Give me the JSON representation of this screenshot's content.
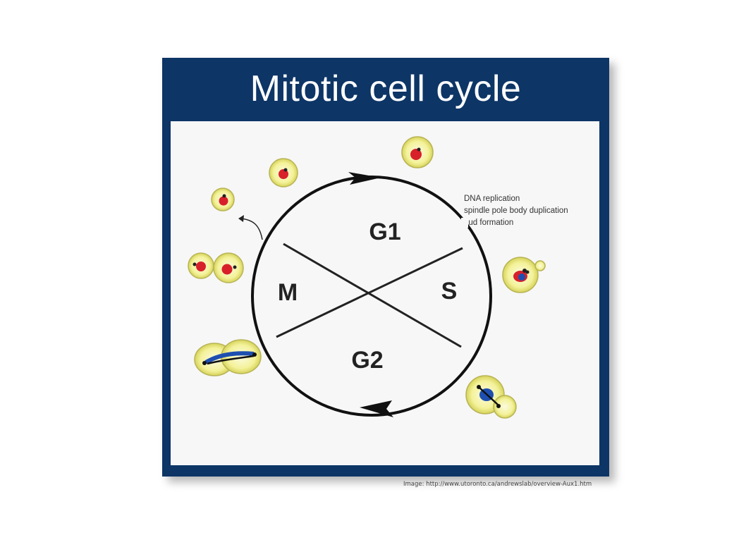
{
  "title": "Mitotic cell cycle",
  "phases": {
    "g1": "G1",
    "s": "S",
    "g2": "G2",
    "m": "M"
  },
  "annotation": {
    "line1": "DNA replication",
    "line2": "spindle pole body duplication",
    "line3": "bud formation"
  },
  "credit": "Image: http://www.utoronto.ca/andrewslab/overview-Aux1.htm",
  "colors": {
    "frame": "#0d3566",
    "cell_fill": "#f2f08a",
    "nucleus_red": "#d8202a",
    "dna_blue": "#1e4fb0"
  }
}
